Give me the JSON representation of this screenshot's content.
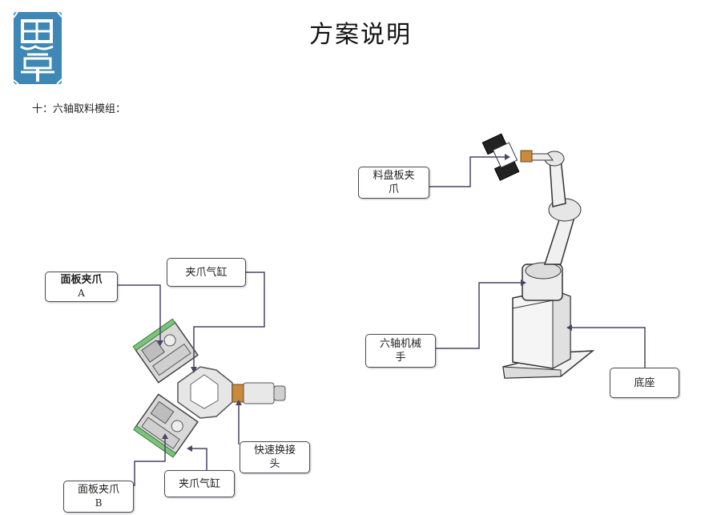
{
  "header": {
    "title": "方案说明",
    "logo_text": "思卓"
  },
  "section": {
    "heading": "十：六轴取料模组："
  },
  "callouts": {
    "panel_gripper_a": {
      "line1": "面板夹爪",
      "line2": "A"
    },
    "gripper_cylinder_top": {
      "line1": "夹爪气缸"
    },
    "panel_gripper_b": {
      "line1": "面板夹爪",
      "line2": "B"
    },
    "gripper_cylinder_bottom": {
      "line1": "夹爪气缸"
    },
    "quick_connector": {
      "line1": "快速换接",
      "line2": "头"
    },
    "tray_gripper": {
      "line1": "料盘板夹",
      "line2": "爪"
    },
    "six_axis_robot": {
      "line1": "六轴机械",
      "line2": "手"
    },
    "base": {
      "line1": "底座"
    }
  },
  "colors": {
    "logo_blue": "#3f87b5",
    "callout_border": "#4a4a55",
    "leader_line": "#4c4466"
  }
}
